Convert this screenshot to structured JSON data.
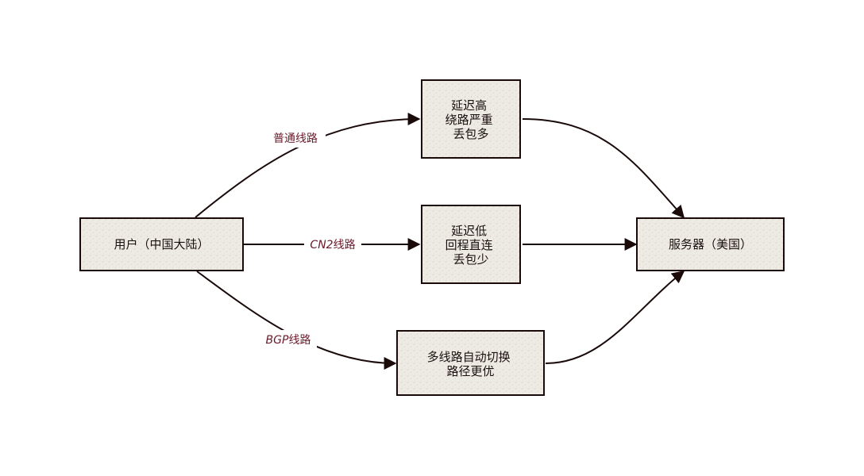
{
  "colors": {
    "node_border": "#1a0a0a",
    "node_fill": "#eeeae4",
    "edge_stroke": "#1a0a0a",
    "edge_label": "#6a1a2a",
    "text": "#1a1010"
  },
  "nodes": {
    "user": {
      "lines": [
        "用户（中国大陆）"
      ]
    },
    "normal": {
      "lines": [
        "延迟高",
        "绕路严重",
        "丢包多"
      ]
    },
    "cn2": {
      "lines": [
        "延迟低",
        "回程直连",
        "丢包少"
      ]
    },
    "bgp": {
      "lines": [
        "多线路自动切换",
        "路径更优"
      ]
    },
    "server": {
      "lines": [
        "服务器（美国）"
      ]
    }
  },
  "edges": {
    "normal_route": {
      "label": "普通线路"
    },
    "cn2_route": {
      "prefix": "CN2",
      "suffix": "线路"
    },
    "bgp_route": {
      "prefix": "BGP",
      "suffix": "线路"
    }
  }
}
